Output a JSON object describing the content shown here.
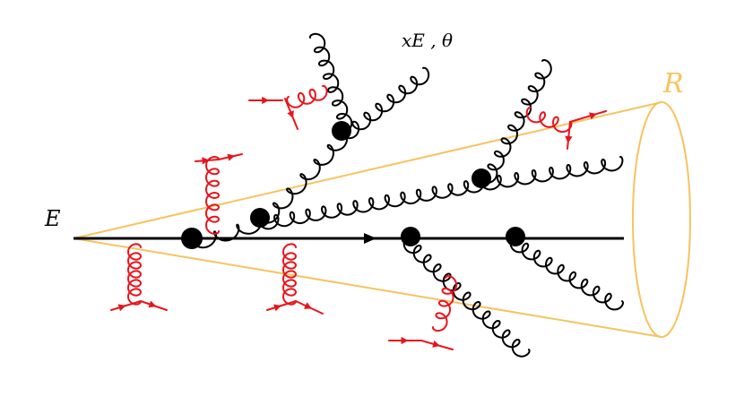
{
  "labels": {
    "energy": "E",
    "emission": "xE , θ",
    "radius": "R"
  },
  "colors": {
    "background": "#ffffff",
    "parton": "#000000",
    "gluon": "#000000",
    "medium_gluon": "#e8141b",
    "cone": "#f7c35f",
    "vertex": "#000000"
  },
  "icons": {
    "vertex": "filled-circle",
    "arrow": "triangle-arrowhead"
  }
}
